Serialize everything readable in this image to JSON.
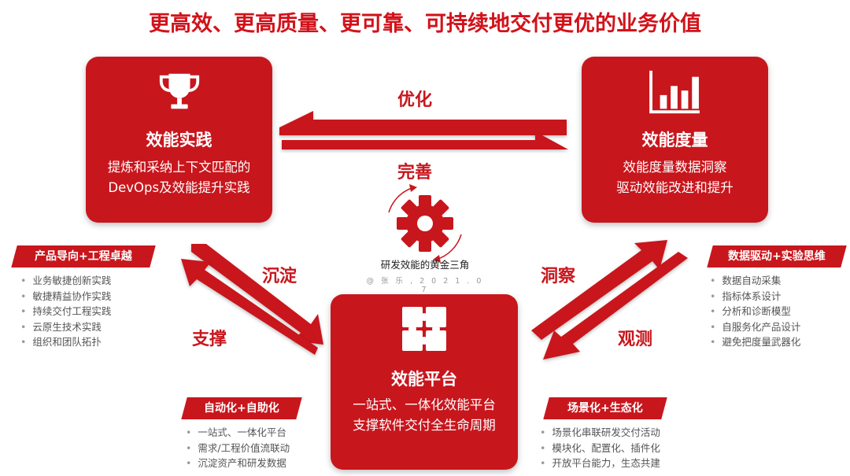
{
  "title": "更高效、更高质量、更可靠、可持续地交付更优的业务价值",
  "boxes": {
    "practice": {
      "title": "效能实践",
      "line1": "提炼和采纳上下文匹配的",
      "line2": "DevOps及效能提升实践",
      "icon": "trophy-icon"
    },
    "measure": {
      "title": "效能度量",
      "line1": "效能度量数据洞察",
      "line2": "驱动效能改进和提升",
      "icon": "bar-chart-icon"
    },
    "platform": {
      "title": "效能平台",
      "line1": "一站式、一体化效能平台",
      "line2": "支撑软件交付全生命周期",
      "icon": "puzzle-icon"
    }
  },
  "flows": {
    "optimize": "优化",
    "improve": "完善",
    "settle": "沉淀",
    "support": "支撑",
    "insight": "洞察",
    "observe": "观测"
  },
  "center": {
    "caption": "研发效能的黄金三角",
    "credit": "@ 张 乐 , 2 0 2 1 . 0 7",
    "icon": "gear-icon"
  },
  "groups": {
    "left": {
      "tag": "产品导向+工程卓越",
      "items": [
        "业务敏捷创新实践",
        "敏捷精益协作实践",
        "持续交付工程实践",
        "云原生技术实践",
        "组织和团队拓扑"
      ]
    },
    "right": {
      "tag": "数据驱动+实验思维",
      "items": [
        "数据自动采集",
        "指标体系设计",
        "分析和诊断模型",
        "自服务化产品设计",
        "避免把度量武器化"
      ]
    },
    "bottom_left": {
      "tag": "自动化+自助化",
      "items": [
        "一站式、一体化平台",
        "需求/工程价值流联动",
        "沉淀资产和研发数据"
      ]
    },
    "bottom_right": {
      "tag": "场景化+生态化",
      "items": [
        "场景化串联研发交付活动",
        "模块化、配置化、插件化",
        "开放平台能力，生态共建"
      ]
    }
  },
  "colors": {
    "accent": "#c8161d",
    "title": "#d2121a"
  }
}
